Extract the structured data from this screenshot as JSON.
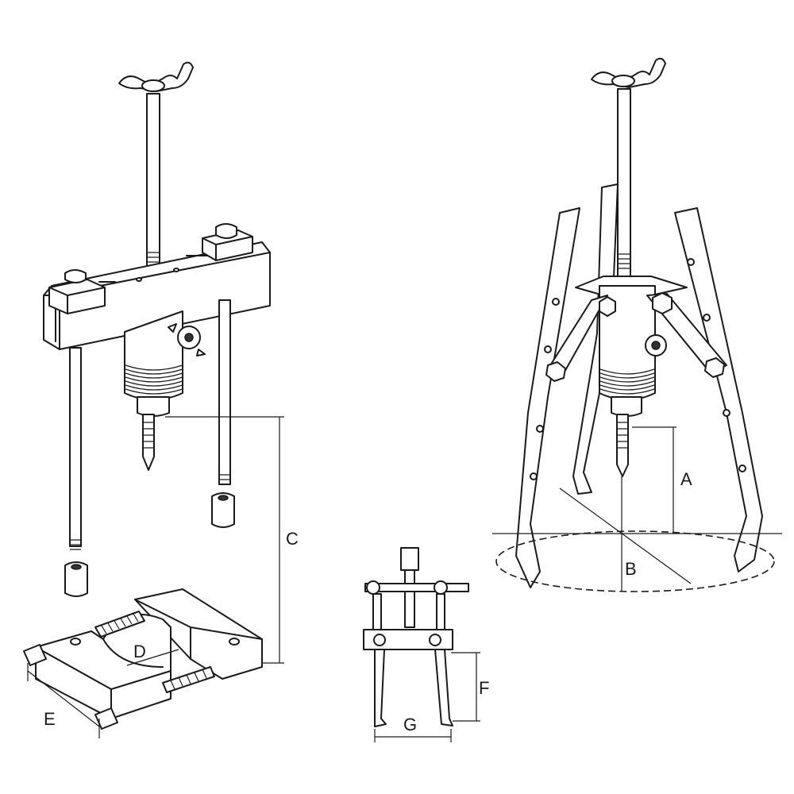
{
  "labels": {
    "A": "A",
    "B": "B",
    "C": "C",
    "D": "D",
    "E": "E",
    "F": "F",
    "G": "G"
  }
}
